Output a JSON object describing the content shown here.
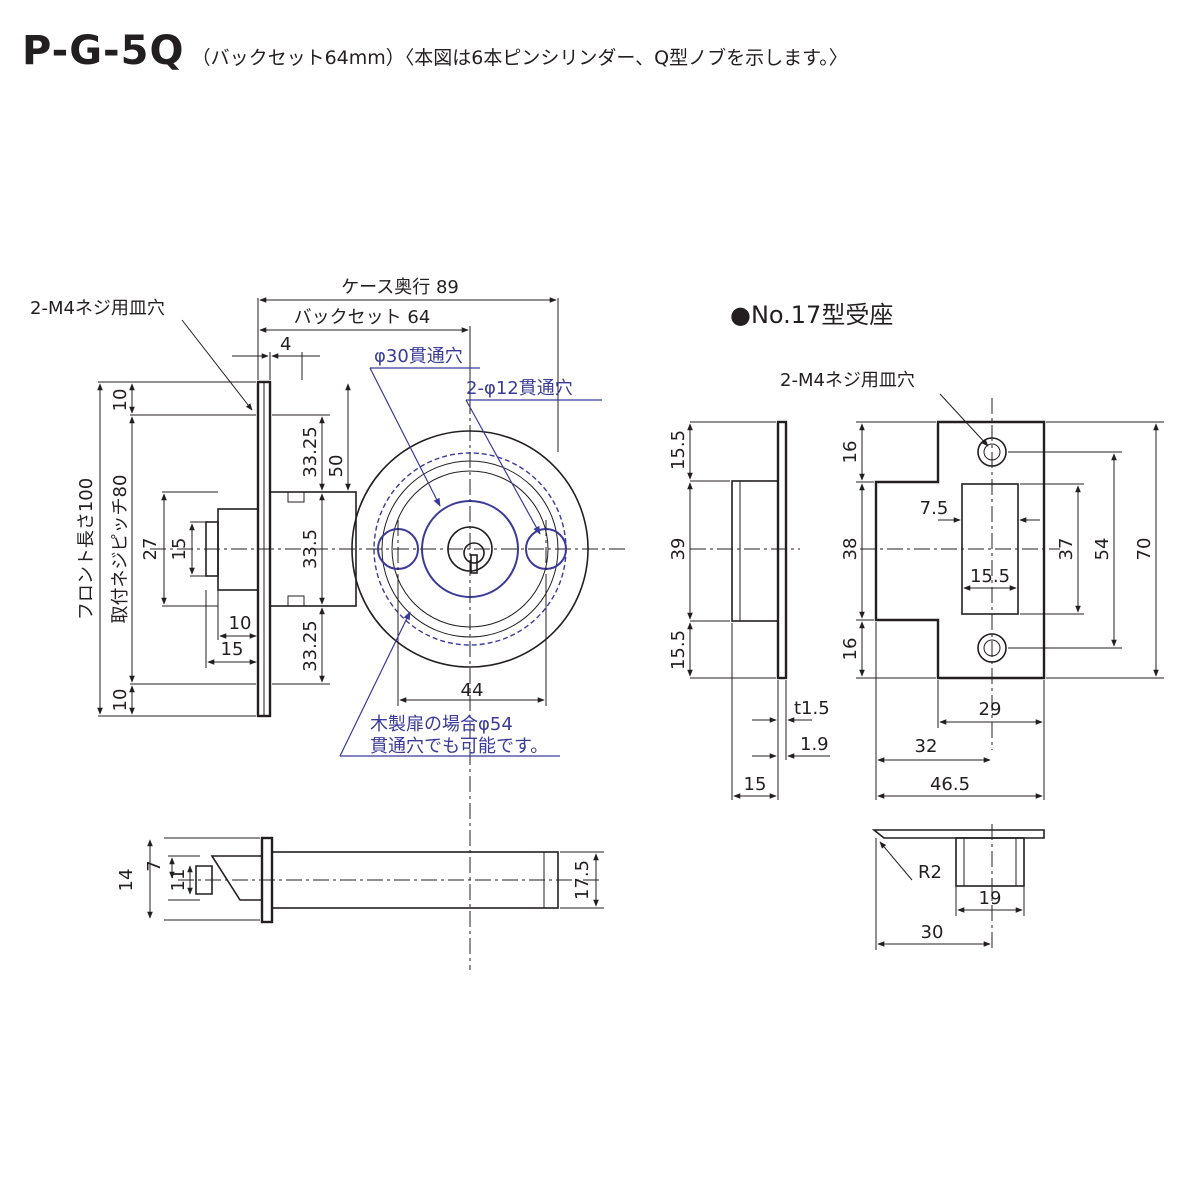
{
  "header": {
    "model": "P-G-5Q",
    "subtitle": "（バックセット64mm）〈本図は6本ピンシリンダー、Q型ノブを示します。〉"
  },
  "lock_view": {
    "case_depth": "ケース奥行 89",
    "backset": "バックセット 64",
    "screw_holes": "2-M4ネジ用皿穴",
    "thru_30": "φ30貫通穴",
    "thru_12": "2-φ12貫通穴",
    "front_length": "フロント長さ100",
    "screw_pitch": "取付ネジピッチ80",
    "wood_door_1": "木製扉の場合φ54",
    "wood_door_2": "貫通穴でも可能です。",
    "dims": {
      "d4": "4",
      "d50": "50",
      "d10_top": "10",
      "d33_25_top": "33.25",
      "d27": "27",
      "d15_v": "15",
      "d33_5": "33.5",
      "d10_h": "10",
      "d15_h": "15",
      "d33_25_bot": "33.25",
      "d10_bot": "10",
      "d44": "44"
    }
  },
  "side_view": {
    "dims": {
      "d14": "14",
      "d7": "7",
      "d11": "11",
      "d17_5": "17.5"
    }
  },
  "strike": {
    "title": "●No.17型受座",
    "screw_holes": "2-M4ネジ用皿穴",
    "dims": {
      "d15_5_top": "15.5",
      "d39": "39",
      "d15_5_bot": "15.5",
      "t1_5": "t1.5",
      "d1_9": "1.9",
      "d15": "15",
      "d16_top": "16",
      "d38": "38",
      "d16_bot": "16",
      "d7_5": "7.5",
      "d15_5_in": "15.5",
      "d37": "37",
      "d54": "54",
      "d70": "70",
      "d29": "29",
      "d32": "32",
      "d46_5": "46.5",
      "r2": "R2",
      "d19": "19",
      "d30": "30"
    }
  },
  "colors": {
    "line": "#231f20",
    "annotation_blue": "#3a3a9a"
  }
}
